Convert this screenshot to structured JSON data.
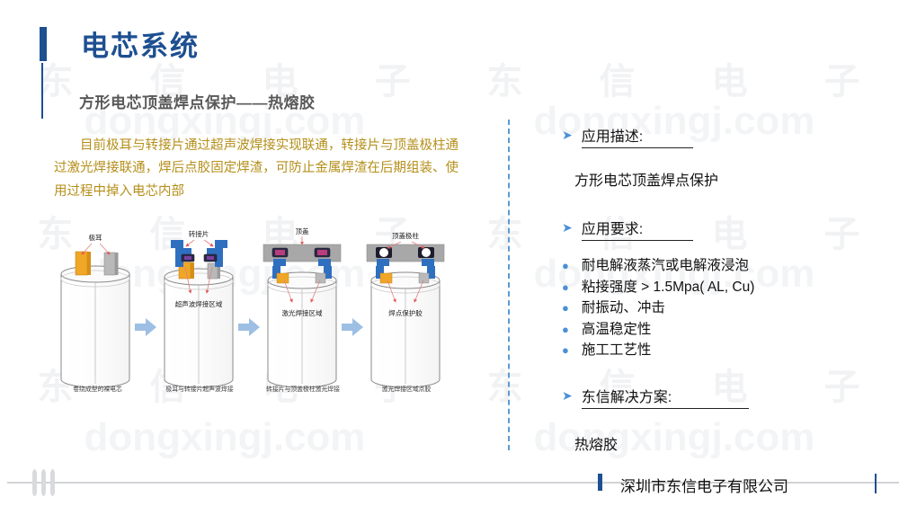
{
  "slide": {
    "title": "电芯系统",
    "subtitle": "方形电芯顶盖焊点保护——热熔胶",
    "description": "目前极耳与转接片通过超声波焊接实现联通，转接片与顶盖极柱通过激光焊接联通，焊后点胶固定焊渣，可防止金属焊渣在后期组装、使用过程中掉入电芯内部",
    "accent_color": "#1d4f91",
    "desc_color": "#b58f1a",
    "bullet_color": "#4a90d9"
  },
  "watermark": {
    "cn_chars": [
      "东",
      "信",
      "电",
      "子"
    ],
    "en_text": "dongxingj.com"
  },
  "diagram": {
    "steps": [
      {
        "caption": "卷绕成型的裸电芯",
        "labels": [
          "极耳"
        ]
      },
      {
        "caption": "极耳与转接片超声波焊接",
        "labels": [
          "转接片",
          "超声波焊接区域"
        ]
      },
      {
        "caption": "转接片与顶盖极柱激光焊接",
        "labels": [
          "顶盖",
          "激光焊接区域"
        ]
      },
      {
        "caption": "激光焊接区域点胶",
        "labels": [
          "顶盖极柱",
          "焊点保护胶"
        ]
      }
    ]
  },
  "right_panel": {
    "sections": [
      {
        "heading": "应用描述:",
        "body": "方形电芯顶盖焊点保护"
      },
      {
        "heading": "应用要求:",
        "items": [
          "耐电解液蒸汽或电解液浸泡",
          "粘接强度 > 1.5Mpa( AL, Cu)",
          "耐振动、冲击",
          "高温稳定性",
          "施工工艺性"
        ]
      },
      {
        "heading": "东信解决方案:",
        "body": "热熔胶"
      }
    ]
  },
  "footer": {
    "company": "深圳市东信电子有限公司"
  }
}
